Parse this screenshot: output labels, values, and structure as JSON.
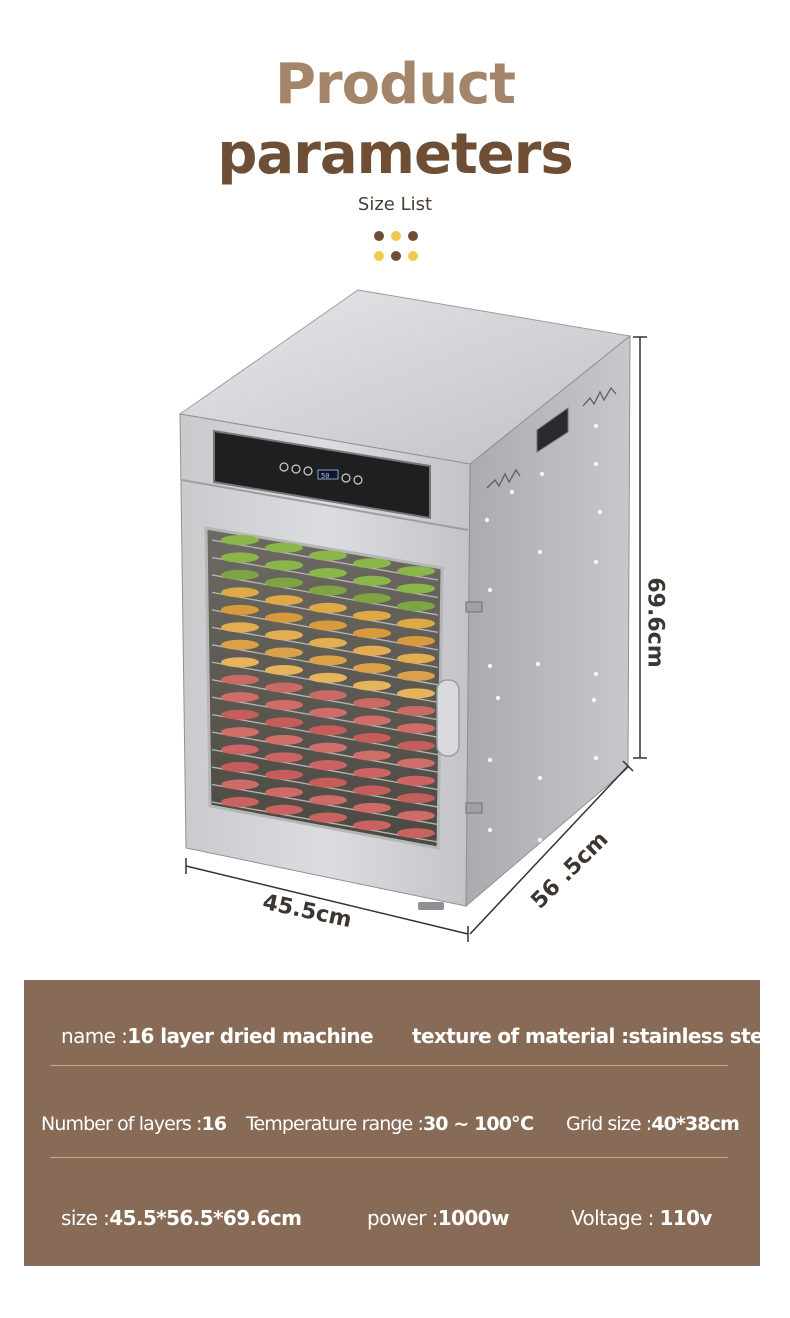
{
  "header": {
    "title_line1": "Product",
    "title_line2": "parameters",
    "subtitle": "Size List"
  },
  "colors": {
    "title_light": "#a5856a",
    "title_dark": "#6e4f36",
    "dot_brown": "#6e4f36",
    "dot_yellow": "#f2c94c",
    "panel": "#876b57"
  },
  "dimensions": {
    "width": "45.5cm",
    "depth": "56 .5cm",
    "height": "69.6cm"
  },
  "params": {
    "name_label": "name :",
    "name_value": "16 layer dried machine",
    "material_label": "texture of material :",
    "material_value": "stainless steel",
    "layers_label": "Number of layers :",
    "layers_value": "16",
    "temp_label": "Temperature range :",
    "temp_value": "30 ~ 100℃",
    "grid_label": "Grid size :",
    "grid_value": "40*38cm",
    "size_label": "size :",
    "size_value": "45.5*56.5*69.6cm",
    "power_label": "power :",
    "power_value": "1000w",
    "voltage_label": "Voltage :",
    "voltage_value": "110v"
  },
  "machine": {
    "display_reading": "50"
  }
}
